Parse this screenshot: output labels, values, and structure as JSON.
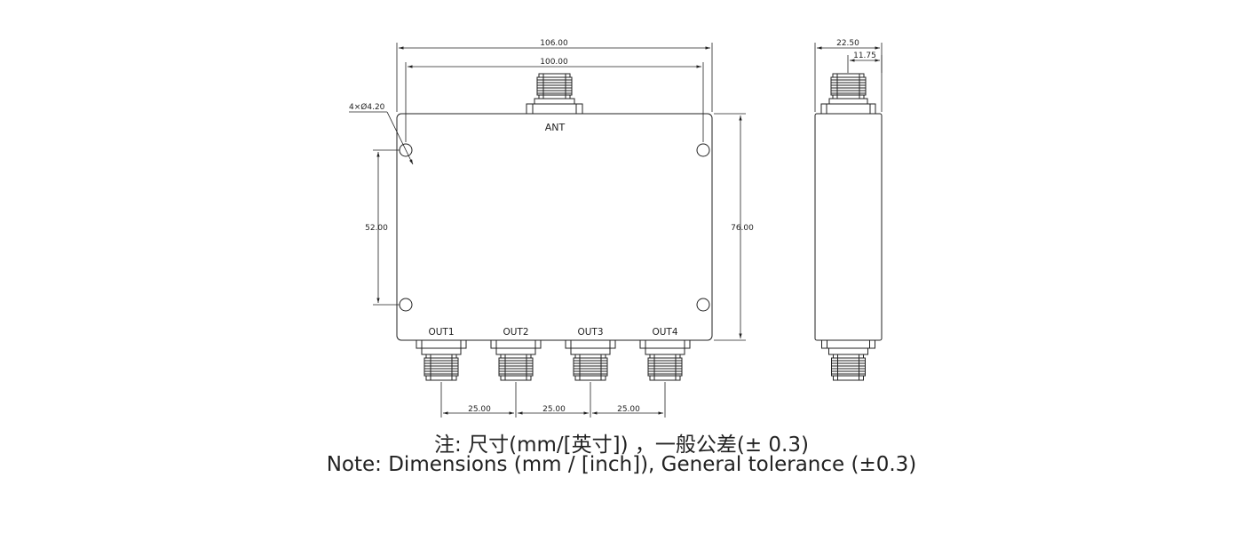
{
  "drawing": {
    "front_view": {
      "overall_width": "106.00",
      "mount_hole_spacing_x": "100.00",
      "mount_hole_callout": "4×Ø4.20",
      "mount_hole_spacing_y": "52.00",
      "overall_height": "76.00",
      "input_port_label": "ANT",
      "output_port_labels": [
        "OUT1",
        "OUT2",
        "OUT3",
        "OUT4"
      ],
      "port_pitches": [
        "25.00",
        "25.00",
        "25.00"
      ]
    },
    "side_view": {
      "overall_depth": "22.50",
      "connector_offset": "11.75"
    }
  },
  "notes": {
    "chinese": "注: 尺寸(mm/[英寸]) ，一般公差(± 0.3)",
    "english": "Note: Dimensions (mm / [inch]), General tolerance (±0.3)"
  },
  "colors": {
    "line": "#222222",
    "body_fill": "#ffffff",
    "background": "#ffffff"
  }
}
